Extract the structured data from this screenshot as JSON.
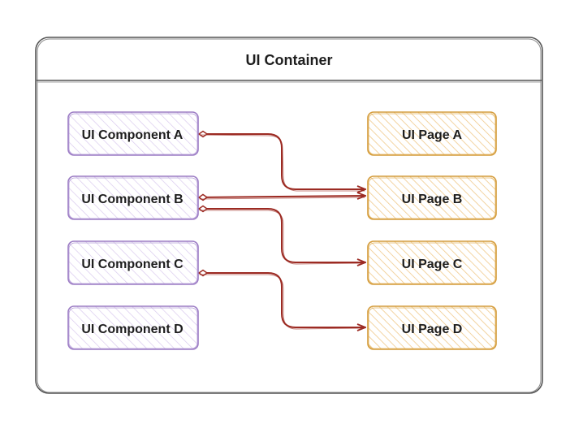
{
  "container": {
    "title": "UI Container"
  },
  "components": [
    {
      "id": "A",
      "label": "UI Component A"
    },
    {
      "id": "B",
      "label": "UI Component B"
    },
    {
      "id": "C",
      "label": "UI Component C"
    },
    {
      "id": "D",
      "label": "UI Component D"
    }
  ],
  "pages": [
    {
      "id": "A",
      "label": "UI Page A"
    },
    {
      "id": "B",
      "label": "UI Page B"
    },
    {
      "id": "C",
      "label": "UI Page C"
    },
    {
      "id": "D",
      "label": "UI Page D"
    }
  ],
  "connections": [
    {
      "from": "A",
      "to": "B"
    },
    {
      "from": "B",
      "to": "B"
    },
    {
      "from": "B",
      "to": "C"
    },
    {
      "from": "C",
      "to": "D"
    }
  ],
  "colors": {
    "component_stroke": "#9b7bc4",
    "component_hatch": "#d9c9ee",
    "page_stroke": "#d49b3a",
    "page_hatch": "#f0c98a",
    "connector": "#9c2b23",
    "container_stroke": "#555555",
    "text": "#1e1e1e"
  }
}
